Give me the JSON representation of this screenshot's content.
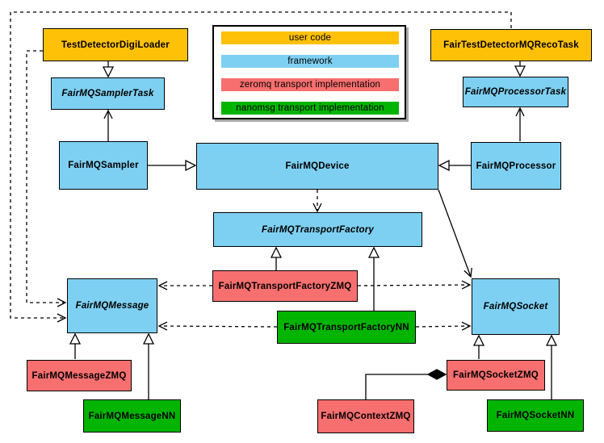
{
  "legend": {
    "items": [
      {
        "label": "user code",
        "color": "#FFC107"
      },
      {
        "label": "framework",
        "color": "#7ED0F2"
      },
      {
        "label": "zeromq transport implementation",
        "color": "#F86F6F"
      },
      {
        "label": "nanomsg transport implementation",
        "color": "#00B400"
      }
    ]
  },
  "colors": {
    "user_code": "#FFC107",
    "framework": "#7ED0F2",
    "zeromq": "#F86F6F",
    "nanomsg": "#00B400",
    "line": "#000000",
    "background": "#ffffff"
  },
  "nodes": {
    "testDetectorDigiLoader": {
      "label": "TestDetectorDigiLoader",
      "category": "user code",
      "abstract": false
    },
    "fairTestDetectorMQRecoTask": {
      "label": "FairTestDetectorMQRecoTask",
      "category": "user code",
      "abstract": false
    },
    "fairMQSamplerTask": {
      "label": "FairMQSamplerTask",
      "category": "framework",
      "abstract": true
    },
    "fairMQProcessorTask": {
      "label": "FairMQProcessorTask",
      "category": "framework",
      "abstract": true
    },
    "fairMQSampler": {
      "label": "FairMQSampler",
      "category": "framework",
      "abstract": false
    },
    "fairMQDevice": {
      "label": "FairMQDevice",
      "category": "framework",
      "abstract": false
    },
    "fairMQProcessor": {
      "label": "FairMQProcessor",
      "category": "framework",
      "abstract": false
    },
    "fairMQTransportFactory": {
      "label": "FairMQTransportFactory",
      "category": "framework",
      "abstract": true
    },
    "fairMQTransportFactoryZMQ": {
      "label": "FairMQTransportFactoryZMQ",
      "category": "zeromq",
      "abstract": false
    },
    "fairMQTransportFactoryNN": {
      "label": "FairMQTransportFactoryNN",
      "category": "nanomsg",
      "abstract": false
    },
    "fairMQMessage": {
      "label": "FairMQMessage",
      "category": "framework",
      "abstract": true
    },
    "fairMQSocket": {
      "label": "FairMQSocket",
      "category": "framework",
      "abstract": true
    },
    "fairMQMessageZMQ": {
      "label": "FairMQMessageZMQ",
      "category": "zeromq",
      "abstract": false
    },
    "fairMQMessageNN": {
      "label": "FairMQMessageNN",
      "category": "nanomsg",
      "abstract": false
    },
    "fairMQSocketZMQ": {
      "label": "FairMQSocketZMQ",
      "category": "zeromq",
      "abstract": false
    },
    "fairMQSocketNN": {
      "label": "FairMQSocketNN",
      "category": "nanomsg",
      "abstract": false
    },
    "fairMQContextZMQ": {
      "label": "FairMQContextZMQ",
      "category": "zeromq",
      "abstract": false
    }
  },
  "edges": [
    {
      "from": "TestDetectorDigiLoader",
      "to": "FairMQSamplerTask",
      "type": "generalization"
    },
    {
      "from": "FairTestDetectorMQRecoTask",
      "to": "FairMQProcessorTask",
      "type": "generalization"
    },
    {
      "from": "FairMQSampler",
      "to": "FairMQDevice",
      "type": "generalization"
    },
    {
      "from": "FairMQProcessor",
      "to": "FairMQDevice",
      "type": "generalization"
    },
    {
      "from": "FairMQTransportFactoryZMQ",
      "to": "FairMQTransportFactory",
      "type": "generalization"
    },
    {
      "from": "FairMQTransportFactoryNN",
      "to": "FairMQTransportFactory",
      "type": "generalization"
    },
    {
      "from": "FairMQMessageZMQ",
      "to": "FairMQMessage",
      "type": "generalization"
    },
    {
      "from": "FairMQMessageNN",
      "to": "FairMQMessage",
      "type": "generalization"
    },
    {
      "from": "FairMQSocketZMQ",
      "to": "FairMQSocket",
      "type": "generalization"
    },
    {
      "from": "FairMQSocketNN",
      "to": "FairMQSocket",
      "type": "generalization"
    },
    {
      "from": "FairMQSampler",
      "to": "FairMQSamplerTask",
      "type": "association"
    },
    {
      "from": "FairMQProcessor",
      "to": "FairMQProcessorTask",
      "type": "association"
    },
    {
      "from": "FairMQDevice",
      "to": "FairMQSocket",
      "type": "association"
    },
    {
      "from": "FairMQDevice",
      "to": "FairMQTransportFactory",
      "type": "dependency"
    },
    {
      "from": "TestDetectorDigiLoader",
      "to": "FairMQMessage",
      "type": "dependency"
    },
    {
      "from": "FairTestDetectorMQRecoTask",
      "to": "FairMQMessage",
      "type": "dependency"
    },
    {
      "from": "FairMQTransportFactoryZMQ",
      "to": "FairMQMessage",
      "type": "dependency"
    },
    {
      "from": "FairMQTransportFactoryZMQ",
      "to": "FairMQSocket",
      "type": "dependency"
    },
    {
      "from": "FairMQTransportFactoryNN",
      "to": "FairMQMessage",
      "type": "dependency"
    },
    {
      "from": "FairMQTransportFactoryNN",
      "to": "FairMQSocket",
      "type": "dependency"
    },
    {
      "from": "FairMQSocketZMQ",
      "to": "FairMQContextZMQ",
      "type": "composition"
    }
  ]
}
